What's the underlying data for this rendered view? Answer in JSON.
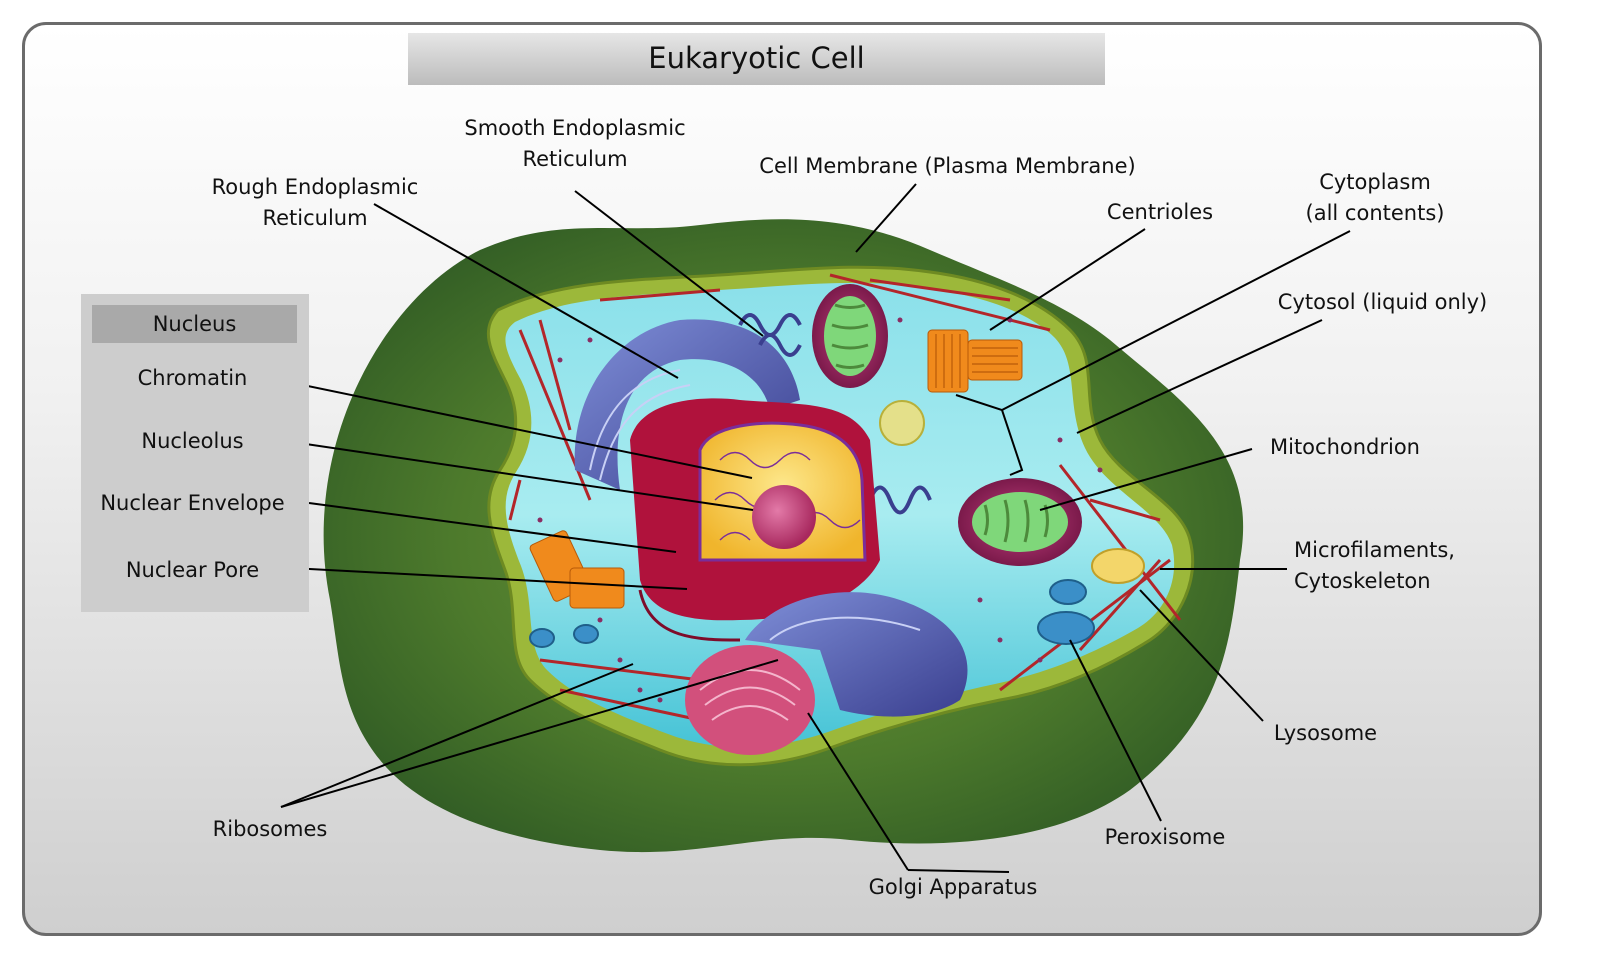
{
  "title": "Eukaryotic Cell",
  "nucleus_group": {
    "heading": "Nucleus",
    "items": [
      "Chromatin",
      "Nucleolus",
      "Nuclear Envelope",
      "Nuclear Pore"
    ]
  },
  "labels": {
    "smooth_er": [
      "Smooth Endoplasmic",
      "Reticulum"
    ],
    "rough_er": [
      "Rough Endoplasmic",
      "Reticulum"
    ],
    "cell_membrane": "Cell Membrane (Plasma Membrane)",
    "centrioles": "Centrioles",
    "cytoplasm": [
      "Cytoplasm",
      "(all contents)"
    ],
    "cytosol": "Cytosol (liquid only)",
    "mitochondrion": "Mitochondrion",
    "microfilaments": [
      "Microfilaments,",
      "Cytoskeleton"
    ],
    "lysosome": "Lysosome",
    "peroxisome": "Peroxisome",
    "golgi": "Golgi Apparatus",
    "ribosomes": "Ribosomes"
  },
  "colors": {
    "outer_cell": "#4f7a2e",
    "membrane": "#9cb83a",
    "cytosol": "#5fd0df",
    "nucleus_envelope": "#b0123c",
    "chromatin": "#f3c43b",
    "nucleolus": "#c4457c",
    "er": "#4e5fb0",
    "golgi": "#d2507c",
    "mitochondrion": "#8f1f5c",
    "centriole": "#f08a1c",
    "filament": "#b3262a"
  }
}
